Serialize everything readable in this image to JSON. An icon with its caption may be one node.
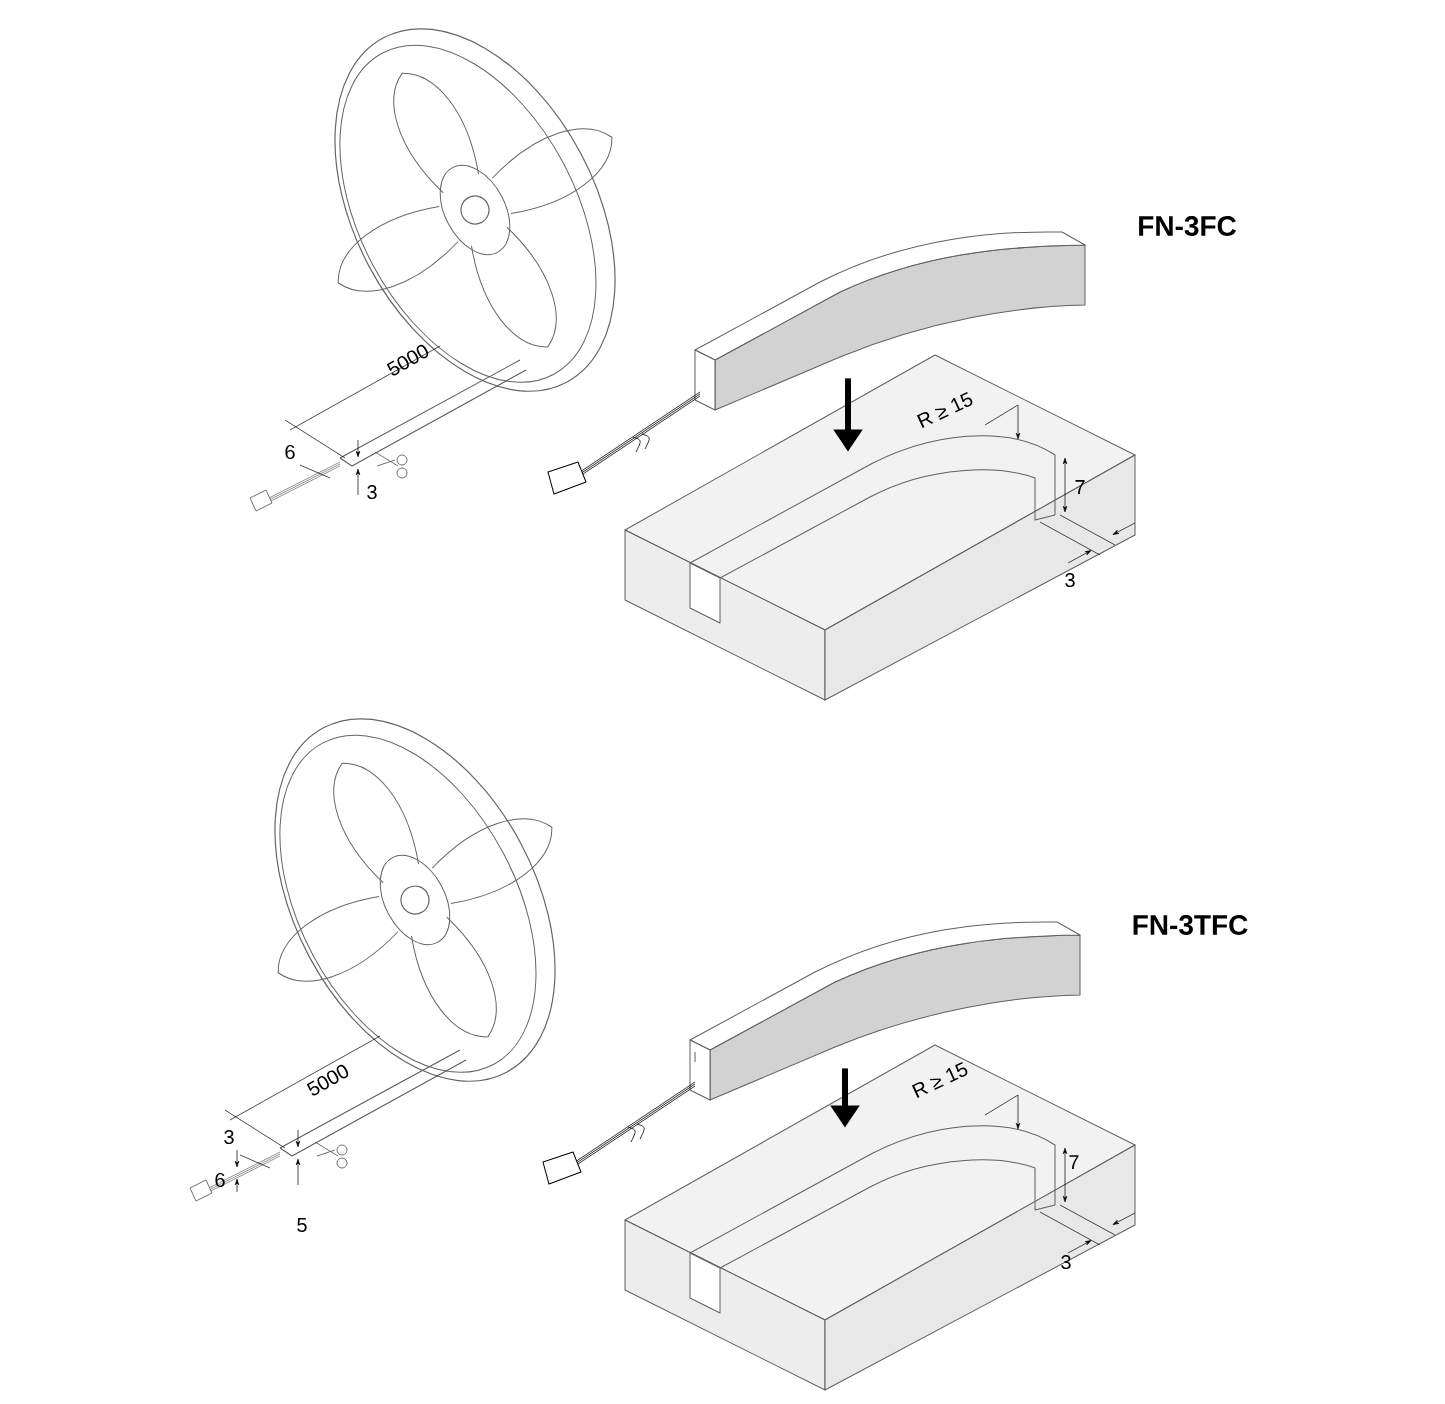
{
  "diagram": {
    "nodes": [
      {
        "text": [],
        "shape": "picture"
      },
      {
        "text": [],
        "shape": "picture"
      },
      {
        "text": [],
        "shape": "picture"
      },
      {
        "text": [],
        "shape": "picture"
      }
    ],
    "edges": [
      {
        "from": 0,
        "to": 1,
        "arrow": "to"
      },
      {
        "from": 2,
        "to": 3,
        "arrow": "to"
      }
    ],
    "labels": [
      "FN-3FC",
      "5000",
      "6",
      "3",
      "R ≥ 15",
      "7",
      "3",
      "FN-3TFC",
      "5000",
      "3",
      "6",
      "5",
      "R ≥ 15",
      "7",
      "3"
    ]
  }
}
